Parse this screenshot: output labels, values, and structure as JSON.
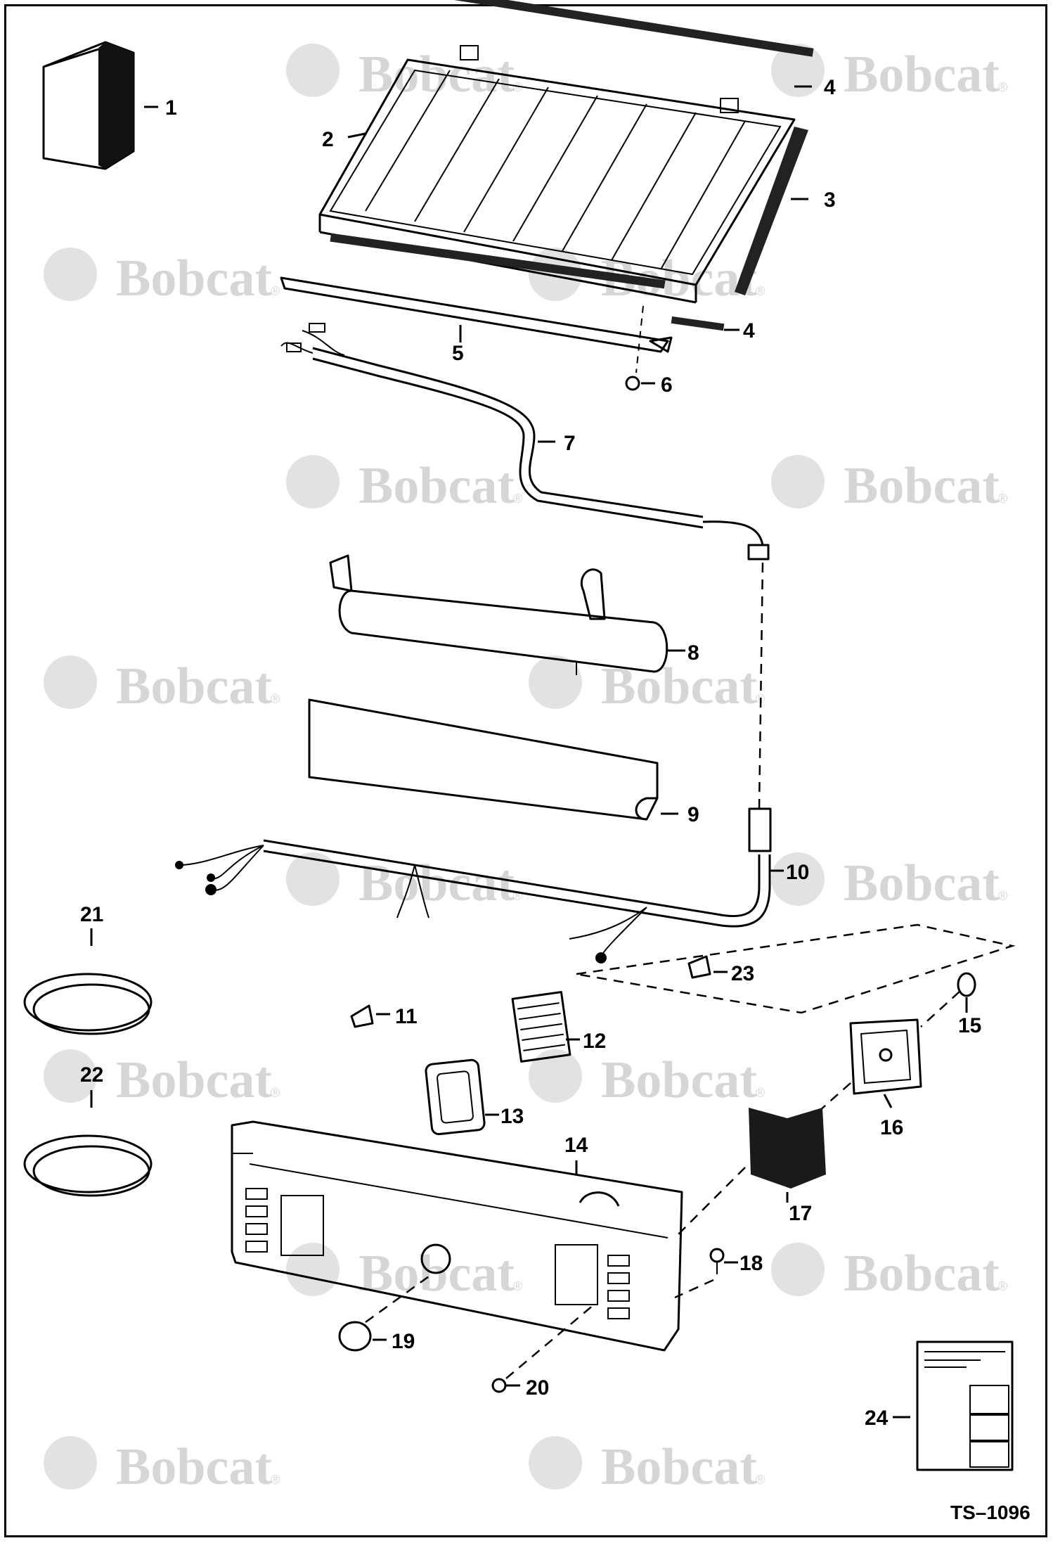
{
  "watermark": {
    "brand": "Bobcat",
    "reg_mark": "®"
  },
  "doc_id": "TS–1096",
  "callouts": [
    {
      "id": "c1",
      "label": "1"
    },
    {
      "id": "c2",
      "label": "2"
    },
    {
      "id": "c3",
      "label": "3"
    },
    {
      "id": "c4a",
      "label": "4"
    },
    {
      "id": "c4b",
      "label": "4"
    },
    {
      "id": "c5",
      "label": "5"
    },
    {
      "id": "c6",
      "label": "6"
    },
    {
      "id": "c7",
      "label": "7"
    },
    {
      "id": "c8",
      "label": "8"
    },
    {
      "id": "c9",
      "label": "9"
    },
    {
      "id": "c10",
      "label": "10"
    },
    {
      "id": "c11",
      "label": "11"
    },
    {
      "id": "c12",
      "label": "12"
    },
    {
      "id": "c13",
      "label": "13"
    },
    {
      "id": "c14",
      "label": "14"
    },
    {
      "id": "c15",
      "label": "15"
    },
    {
      "id": "c16",
      "label": "16"
    },
    {
      "id": "c17",
      "label": "17"
    },
    {
      "id": "c18",
      "label": "18"
    },
    {
      "id": "c19",
      "label": "19"
    },
    {
      "id": "c20",
      "label": "20"
    },
    {
      "id": "c21",
      "label": "21"
    },
    {
      "id": "c22",
      "label": "22"
    },
    {
      "id": "c23",
      "label": "23"
    },
    {
      "id": "c24",
      "label": "24"
    }
  ]
}
